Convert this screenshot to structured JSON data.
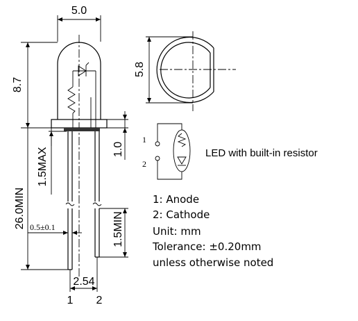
{
  "dimensions": {
    "top_width": "5.0",
    "total_height": "8.7",
    "flange_diameter": "5.8",
    "flange_thickness": "1.0",
    "flange_height": "1.5MAX",
    "lead_length": "26.0MIN",
    "bend_length": "1.5MIN",
    "lead_width": "0.5±0.1",
    "lead_spacing": "2.54"
  },
  "pins": {
    "pin1": "1",
    "pin2": "2"
  },
  "schematic": {
    "pin1": "1",
    "pin2": "2",
    "description": "LED with built-in resistor"
  },
  "notes": {
    "anode": "1: Anode",
    "cathode": "2: Cathode",
    "unit": "Unit: mm",
    "tolerance": "Tolerance: ±0.20mm",
    "unless": "unless otherwise noted"
  }
}
